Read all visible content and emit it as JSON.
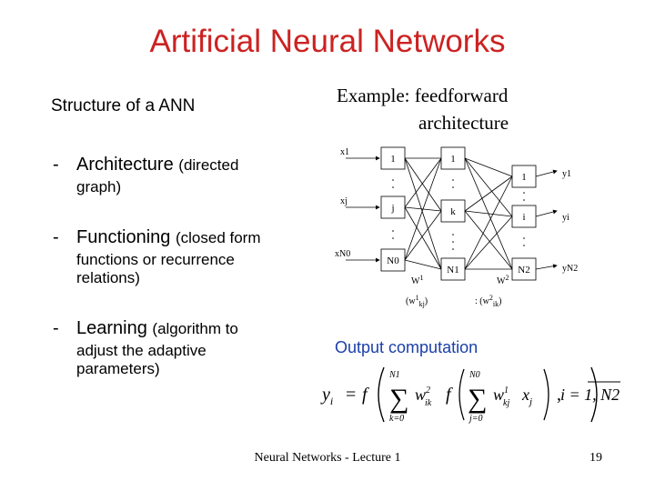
{
  "slide": {
    "title": "Artificial Neural Networks",
    "left_heading": "Structure of a ANN",
    "right_heading_line1": "Example: feedforward",
    "right_heading_line2": "architecture",
    "bullets": [
      {
        "dash": "-",
        "main": "Architecture",
        "small": "(directed",
        "cont": [
          "graph)"
        ]
      },
      {
        "dash": "-",
        "main": "Functioning",
        "small": "(closed form",
        "cont": [
          "functions or recurrence",
          "relations)"
        ]
      },
      {
        "dash": "-",
        "main": "Learning",
        "small": "(algorithm to",
        "cont": [
          "adjust the adaptive",
          "parameters)"
        ]
      }
    ],
    "output_label": "Output computation",
    "footer": "Neural Networks - Lecture 1",
    "page_number": "19"
  },
  "diagram": {
    "input_labels": [
      "x1",
      "xj",
      "xN0"
    ],
    "layer1_nodes": [
      "1",
      "j",
      "N0"
    ],
    "layer2_nodes": [
      "1",
      "k",
      "N1"
    ],
    "layer3_nodes": [
      "1",
      "i",
      "N2"
    ],
    "output_labels": [
      "y1",
      "yi",
      "yN2"
    ],
    "w1_label": "W",
    "w1_sup": "1",
    "w1_bracket": "(w",
    "w1_bracket_sup": "1",
    "w1_bracket_sub": "kj",
    "w1_bracket_close": ")",
    "w2_label": "W",
    "w2_sup": "2",
    "w2_bracket": ": (w",
    "w2_bracket_sup": "2",
    "w2_bracket_sub": "ik",
    "w2_bracket_close": ")"
  },
  "formula": {
    "lhs": "y",
    "lhs_sub": "i",
    "eq": "=",
    "f1": "f",
    "sum_outer_top": "N1",
    "sum_outer_bot": "k=0",
    "w_outer": "w",
    "w_outer_sup": "2",
    "w_outer_sub": "ik",
    "f2": "f",
    "sum_inner_top": "N0",
    "sum_inner_bot": "j=0",
    "w_inner": "w",
    "w_inner_sup": "1",
    "w_inner_sub": "kj",
    "x": "x",
    "x_sub": "j",
    "comma": ",",
    "i_range": "i = 1, N2"
  }
}
